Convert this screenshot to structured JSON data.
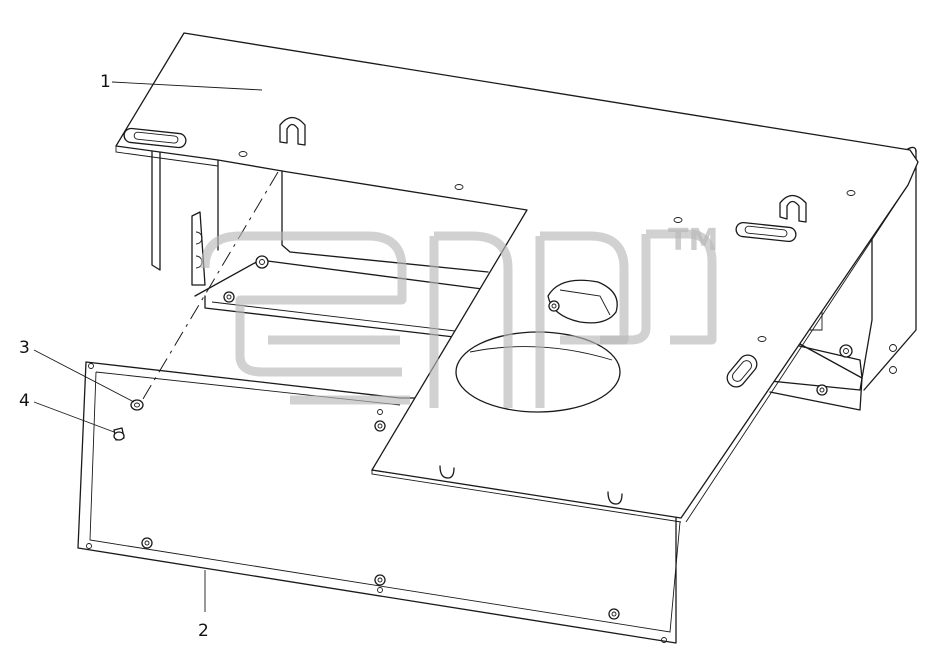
{
  "diagram": {
    "callouts": [
      {
        "id": "1",
        "label": "1"
      },
      {
        "id": "2",
        "label": "2"
      },
      {
        "id": "3",
        "label": "3"
      },
      {
        "id": "4",
        "label": "4"
      }
    ]
  },
  "watermark": {
    "mark": "TM",
    "color": "#b9b9b9"
  },
  "colors": {
    "line": "#1a1a1a",
    "background": "#ffffff"
  }
}
